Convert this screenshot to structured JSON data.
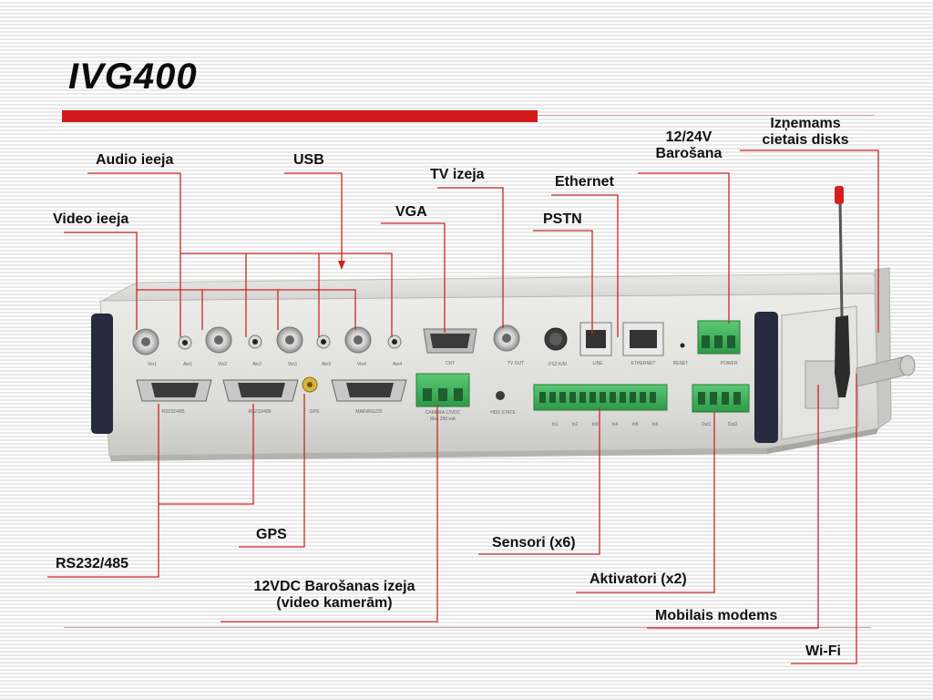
{
  "slide": {
    "title": "IVG400",
    "colors": {
      "accent": "#d11a1a",
      "leader": "#c62828",
      "device_body": "#dadad6",
      "terminal": "#3fae5a"
    }
  },
  "labels": {
    "audio_ieeja": "Audio ieeja",
    "usb": "USB",
    "tv_izeja": "TV izeja",
    "ethernet": "Ethernet",
    "barosana_1": "12/24V",
    "barosana_2": "Barošana",
    "disks_1": "Izņemams",
    "disks_2": "cietais disks",
    "video_ieeja": "Video ieeja",
    "vga": "VGA",
    "pstn": "PSTN",
    "gps": "GPS",
    "rs232": "RS232/485",
    "kamera_1": "12VDC Barošanas izeja",
    "kamera_2": "(video kamerām)",
    "sensori": "Sensori (x6)",
    "aktivatori": "Aktivatori (x2)",
    "modems": "Mobilais modems",
    "wifi": "Wi-Fi"
  },
  "panel_labels": {
    "top": [
      "Vin1",
      "Ain1",
      "Vin2",
      "Ain2",
      "Vin3",
      "Ain3",
      "Vin4",
      "Ain4",
      "CRT",
      "TV OUT",
      "PS2 K/M",
      "LINE",
      "ETHERNET",
      "RESET",
      "POWER"
    ],
    "bottom": [
      "RS232/485",
      "RS232/485",
      "GPS",
      "MAIN/RS232",
      "CAMERA 12VDC",
      "Max 250 mA",
      "HDD STATE",
      "In1",
      "In2",
      "In3",
      "In4",
      "In5",
      "In6",
      "Out1",
      "Out2"
    ]
  }
}
